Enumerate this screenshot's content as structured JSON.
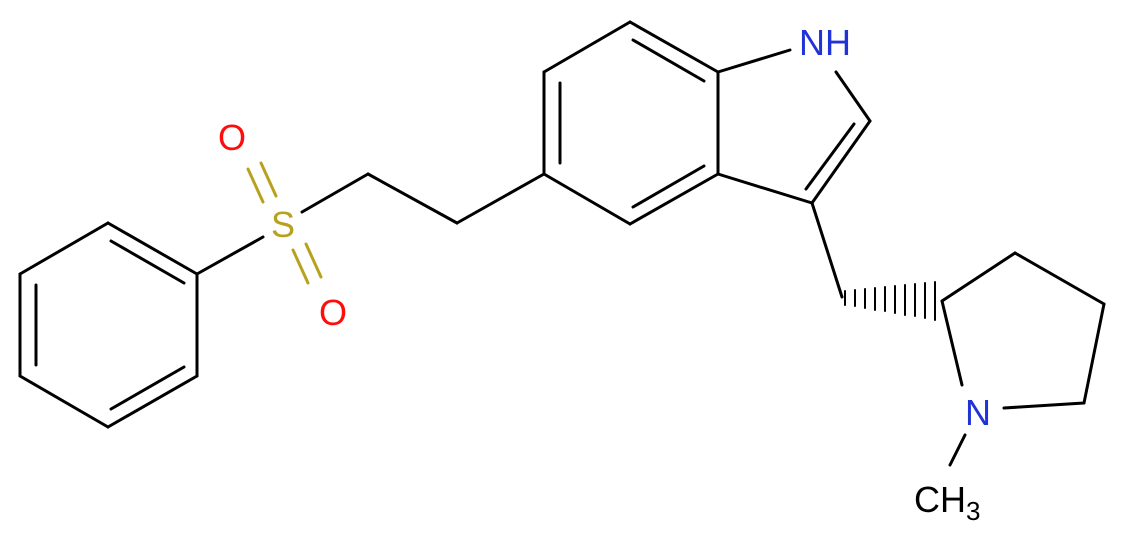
{
  "atoms": {
    "indole_nh": "NH",
    "sulfur": "S",
    "oxygen_top": "O",
    "oxygen_bottom": "O",
    "pyrrolidine_n": "N",
    "methyl_ch": "CH",
    "methyl_sub": "3"
  },
  "colors": {
    "carbon": "#000000",
    "nitrogen": "#2033d6",
    "oxygen": "#ff0d0d",
    "sulfur": "#b8a11f"
  }
}
